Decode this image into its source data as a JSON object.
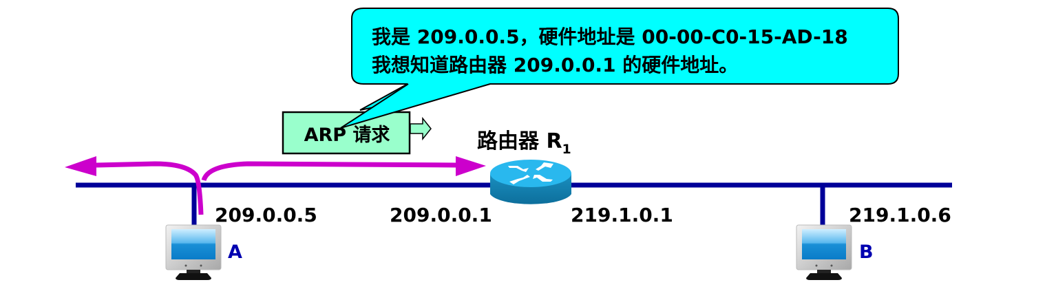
{
  "bubble": {
    "line1": "我是 209.0.0.5，硬件地址是 00-00-C0-15-AD-18",
    "line2": "我想知道路由器 209.0.0.1 的硬件地址。",
    "fill_color": "#00ffff"
  },
  "arp_box": {
    "label": "ARP 请求",
    "fill_color": "#99ffcc"
  },
  "router": {
    "label": "路由器 R",
    "subscript": "1"
  },
  "hosts": [
    {
      "name": "A",
      "ip": "209.0.0.5"
    },
    {
      "name": "B",
      "ip": "219.1.0.6"
    }
  ],
  "router_interfaces": [
    {
      "ip": "209.0.0.1"
    },
    {
      "ip": "219.1.0.1"
    }
  ],
  "colors": {
    "network_line": "#000099",
    "broadcast_arrow": "#cc00cc",
    "host_label": "#0000b0"
  }
}
